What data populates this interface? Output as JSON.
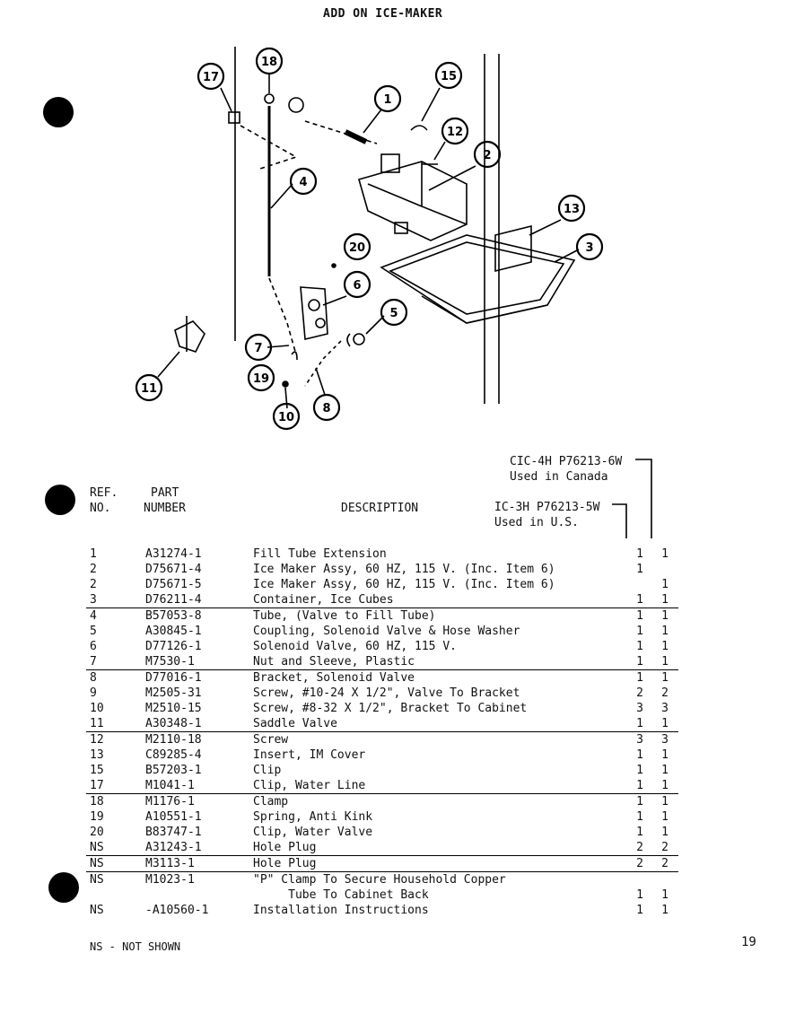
{
  "page": {
    "title": "ADD ON ICE-MAKER",
    "page_number": "19",
    "footnote": "NS - NOT SHOWN"
  },
  "callouts": [
    "17",
    "18",
    "1",
    "15",
    "12",
    "2",
    "13",
    "3",
    "4",
    "20",
    "6",
    "5",
    "7",
    "19",
    "11",
    "10",
    "8"
  ],
  "table": {
    "headers": {
      "ref": [
        "REF.",
        "NO."
      ],
      "part": [
        "PART",
        "NUMBER"
      ],
      "description": "DESCRIPTION"
    },
    "models": {
      "canada": [
        "CIC-4H P76213-6W",
        "Used in Canada"
      ],
      "us": [
        "IC-3H P76213-5W",
        "Used in U.S."
      ]
    },
    "rows": [
      {
        "ref": "1",
        "part": "A31274-1",
        "desc": "Fill Tube Extension",
        "q1": "1",
        "q2": "1"
      },
      {
        "ref": "2",
        "part": "D75671-4",
        "desc": "Ice Maker Assy, 60 HZ, 115 V. (Inc. Item 6)",
        "q1": "1",
        "q2": ""
      },
      {
        "ref": "2",
        "part": "D75671-5",
        "desc": "Ice Maker Assy, 60 HZ, 115 V. (Inc. Item 6)",
        "q1": "",
        "q2": "1"
      },
      {
        "ref": "3",
        "part": "D76211-4",
        "desc": "Container, Ice Cubes",
        "q1": "1",
        "q2": "1"
      },
      {
        "ref": "4",
        "part": "B57053-8",
        "desc": "Tube, (Valve to Fill Tube)",
        "q1": "1",
        "q2": "1"
      },
      {
        "ref": "5",
        "part": "A30845-1",
        "desc": "Coupling, Solenoid Valve & Hose Washer",
        "q1": "1",
        "q2": "1"
      },
      {
        "ref": "6",
        "part": "D77126-1",
        "desc": "Solenoid Valve, 60 HZ, 115 V.",
        "q1": "1",
        "q2": "1"
      },
      {
        "ref": "7",
        "part": "M7530-1",
        "desc": "Nut and Sleeve, Plastic",
        "q1": "1",
        "q2": "1"
      },
      {
        "ref": "8",
        "part": "D77016-1",
        "desc": "Bracket, Solenoid Valve",
        "q1": "1",
        "q2": "1"
      },
      {
        "ref": "9",
        "part": "M2505-31",
        "desc": "Screw, #10-24 X 1/2\", Valve To Bracket",
        "q1": "2",
        "q2": "2"
      },
      {
        "ref": "10",
        "part": "M2510-15",
        "desc": "Screw, #8-32 X 1/2\", Bracket To Cabinet",
        "q1": "3",
        "q2": "3"
      },
      {
        "ref": "11",
        "part": "A30348-1",
        "desc": "Saddle Valve",
        "q1": "1",
        "q2": "1"
      },
      {
        "ref": "12",
        "part": "M2110-18",
        "desc": "Screw",
        "q1": "3",
        "q2": "3"
      },
      {
        "ref": "13",
        "part": "C89285-4",
        "desc": "Insert, IM Cover",
        "q1": "1",
        "q2": "1"
      },
      {
        "ref": "15",
        "part": "B57203-1",
        "desc": "Clip",
        "q1": "1",
        "q2": "1"
      },
      {
        "ref": "17",
        "part": "M1041-1",
        "desc": "Clip, Water Line",
        "q1": "1",
        "q2": "1"
      },
      {
        "ref": "18",
        "part": "M1176-1",
        "desc": "Clamp",
        "q1": "1",
        "q2": "1"
      },
      {
        "ref": "19",
        "part": "A10551-1",
        "desc": "Spring, Anti Kink",
        "q1": "1",
        "q2": "1"
      },
      {
        "ref": "20",
        "part": "B83747-1",
        "desc": "Clip, Water Valve",
        "q1": "1",
        "q2": "1"
      },
      {
        "ref": "NS",
        "part": "A31243-1",
        "desc": "Hole Plug",
        "q1": "2",
        "q2": "2"
      },
      {
        "ref": "NS",
        "part": "M3113-1",
        "desc": "Hole Plug",
        "q1": "2",
        "q2": "2"
      },
      {
        "ref": "NS",
        "part": "M1023-1",
        "desc": "\"P\" Clamp To Secure Household Copper",
        "q1": "",
        "q2": ""
      },
      {
        "ref": "",
        "part": "",
        "desc": "     Tube To Cabinet Back",
        "q1": "1",
        "q2": "1"
      },
      {
        "ref": "NS",
        "part": "-A10560-1",
        "desc": "Installation Instructions",
        "q1": "1",
        "q2": "1"
      }
    ]
  }
}
